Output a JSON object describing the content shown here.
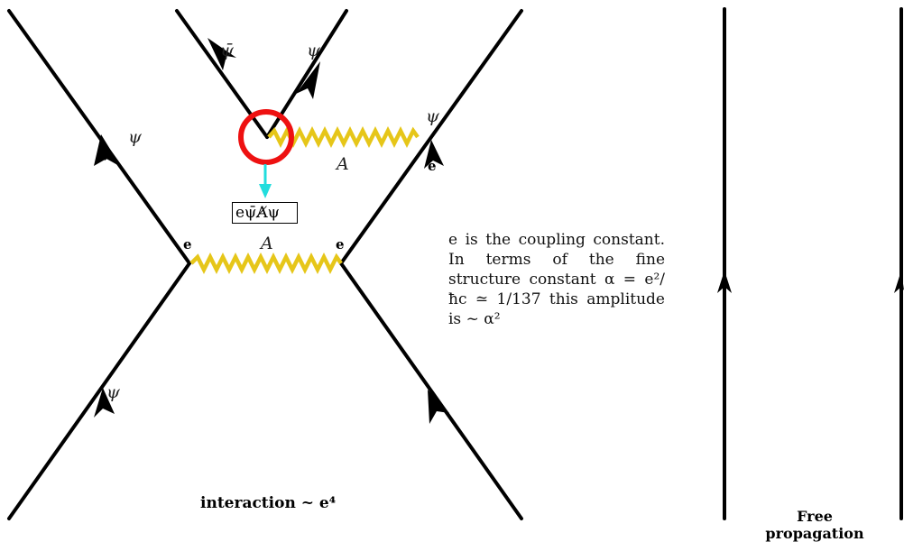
{
  "diagram": {
    "labels": {
      "psi": "ψ",
      "psi_bar": "ψ̄",
      "photon": "A",
      "coupling": "e"
    },
    "vertex_term": "eψ̄A̸ψ",
    "description": "e is the coupling constant. In terms of the fine structure constant α = e²/ħc ≃ 1/137 this amplitude is ~ α²",
    "caption_interaction": "interaction ~ e⁴",
    "caption_free": "Free propagation",
    "colors": {
      "fermion_line": "#000000",
      "photon_line": "#e6c619",
      "highlight_circle": "#ee1111",
      "arrow_cyan": "#22dddd"
    }
  }
}
